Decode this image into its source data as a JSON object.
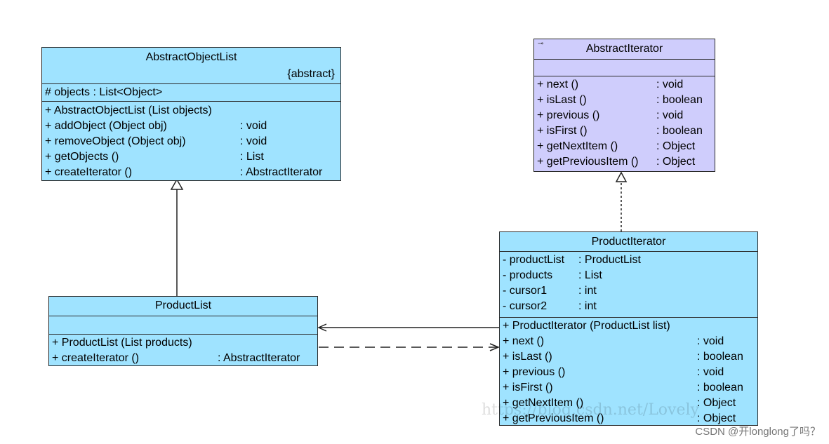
{
  "classes": {
    "abstract_object_list": {
      "name": "AbstractObjectList",
      "stereotype": "{abstract}",
      "attributes": [
        {
          "name": "# objects  : List<Object>",
          "type": ""
        }
      ],
      "operations": [
        {
          "name": "+ AbstractObjectList (List objects)",
          "type": ""
        },
        {
          "name": "+ addObject (Object obj)",
          "type": ": void"
        },
        {
          "name": "+ removeObject (Object obj)",
          "type": ": void"
        },
        {
          "name": "+ getObjects ()",
          "type": ": List"
        },
        {
          "name": "+ createIterator ()",
          "type": ": AbstractIterator"
        }
      ]
    },
    "abstract_iterator": {
      "name": "AbstractIterator",
      "operations": [
        {
          "name": "+  next ()",
          "type": ": void"
        },
        {
          "name": "+  isLast ()",
          "type": ": boolean"
        },
        {
          "name": "+  previous ()",
          "type": ": void"
        },
        {
          "name": "+  isFirst ()",
          "type": ": boolean"
        },
        {
          "name": "+  getNextItem ()",
          "type": ": Object"
        },
        {
          "name": "+  getPreviousItem ()",
          "type": ": Object"
        }
      ]
    },
    "product_list": {
      "name": "ProductList",
      "operations": [
        {
          "name": "+ ProductList (List products)",
          "type": ""
        },
        {
          "name": "+ createIterator ()",
          "type": ": AbstractIterator"
        }
      ]
    },
    "product_iterator": {
      "name": "ProductIterator",
      "attributes": [
        {
          "name": "- productList",
          "type": ": ProductList"
        },
        {
          "name": "- products",
          "type": ": List"
        },
        {
          "name": "- cursor1",
          "type": ": int"
        },
        {
          "name": "- cursor2",
          "type": ": int"
        }
      ],
      "operations": [
        {
          "name": "+ ProductIterator (ProductList list)",
          "type": ""
        },
        {
          "name": "+ next ()",
          "type": ": void"
        },
        {
          "name": "+ isLast ()",
          "type": ": boolean"
        },
        {
          "name": "+ previous ()",
          "type": ": void"
        },
        {
          "name": "+ isFirst ()",
          "type": ": boolean"
        },
        {
          "name": "+ getNextItem ()",
          "type": ": Object"
        },
        {
          "name": "+ getPreviousItem ()",
          "type": ": Object"
        }
      ]
    }
  },
  "colors": {
    "class_fill": "#9fe3ff",
    "interface_fill": "#cfcdfc",
    "line": "#2a2a2a"
  },
  "interface_icon": "interface-icon",
  "watermark": "https://blog.csdn.net/Lovely",
  "footer_credit": "CSDN @开longlong了吗？"
}
